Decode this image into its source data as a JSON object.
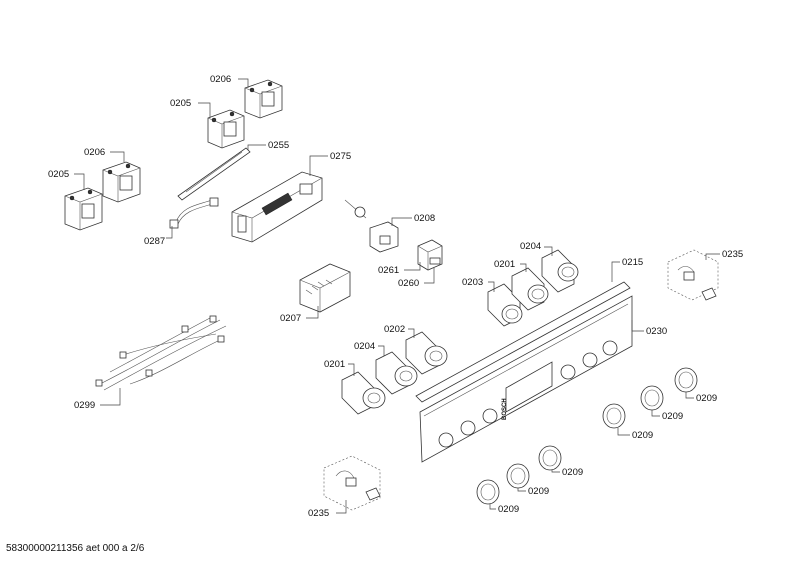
{
  "diagram": {
    "labels": {
      "p0206a": "0206",
      "p0205a": "0205",
      "p0206b": "0206",
      "p0205b": "0205",
      "p0255": "0255",
      "p0275": "0275",
      "p0287": "0287",
      "p0208": "0208",
      "p0261": "0261",
      "p0260": "0260",
      "p0207": "0207",
      "p0204a": "0204",
      "p0201a": "0201",
      "p0203": "0203",
      "p0215": "0215",
      "p0235a": "0235",
      "p0230": "0230",
      "p0202": "0202",
      "p0204b": "0204",
      "p0201b": "0201",
      "p0299": "0299",
      "p0209a": "0209",
      "p0209b": "0209",
      "p0209c": "0209",
      "p0209d": "0209",
      "p0209e": "0209",
      "p0209f": "0209",
      "p0235b": "0235"
    },
    "panel_brand": "BOSCH",
    "footer": "58300000211356 aet 000 a 2/6"
  }
}
